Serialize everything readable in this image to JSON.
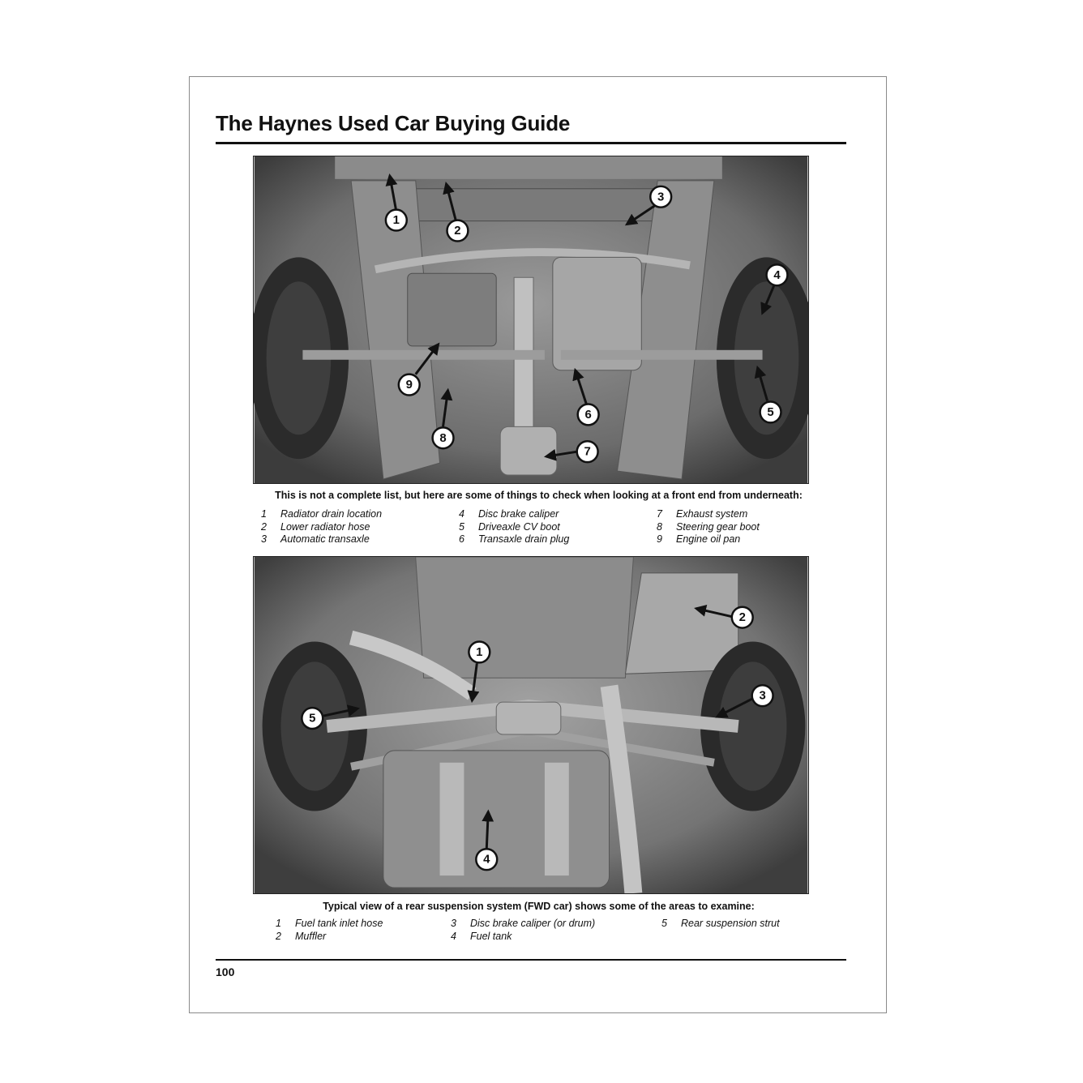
{
  "header": {
    "title": "The Haynes Used Car Buying Guide"
  },
  "front": {
    "caption": "This is not a complete list, but here are some of things to check when looking at a front end from underneath:",
    "items": [
      {
        "num": "1",
        "label": "Radiator drain location"
      },
      {
        "num": "2",
        "label": "Lower radiator hose"
      },
      {
        "num": "3",
        "label": "Automatic transaxle"
      },
      {
        "num": "4",
        "label": "Disc brake caliper"
      },
      {
        "num": "5",
        "label": "Driveaxle CV boot"
      },
      {
        "num": "6",
        "label": "Transaxle drain plug"
      },
      {
        "num": "7",
        "label": "Exhaust system"
      },
      {
        "num": "8",
        "label": "Steering gear boot"
      },
      {
        "num": "9",
        "label": "Engine oil pan"
      }
    ]
  },
  "rear": {
    "caption": "Typical view of a rear suspension system (FWD car) shows some of the areas to examine:",
    "items": [
      {
        "num": "1",
        "label": "Fuel tank inlet hose"
      },
      {
        "num": "2",
        "label": "Muffler"
      },
      {
        "num": "3",
        "label": "Disc brake caliper (or drum)"
      },
      {
        "num": "4",
        "label": "Fuel tank"
      },
      {
        "num": "5",
        "label": "Rear suspension strut"
      }
    ]
  },
  "footer": {
    "page_number": "100"
  },
  "callouts": {
    "front": [
      "1",
      "2",
      "3",
      "4",
      "5",
      "6",
      "7",
      "8",
      "9"
    ],
    "rear": [
      "1",
      "2",
      "3",
      "4",
      "5"
    ]
  }
}
